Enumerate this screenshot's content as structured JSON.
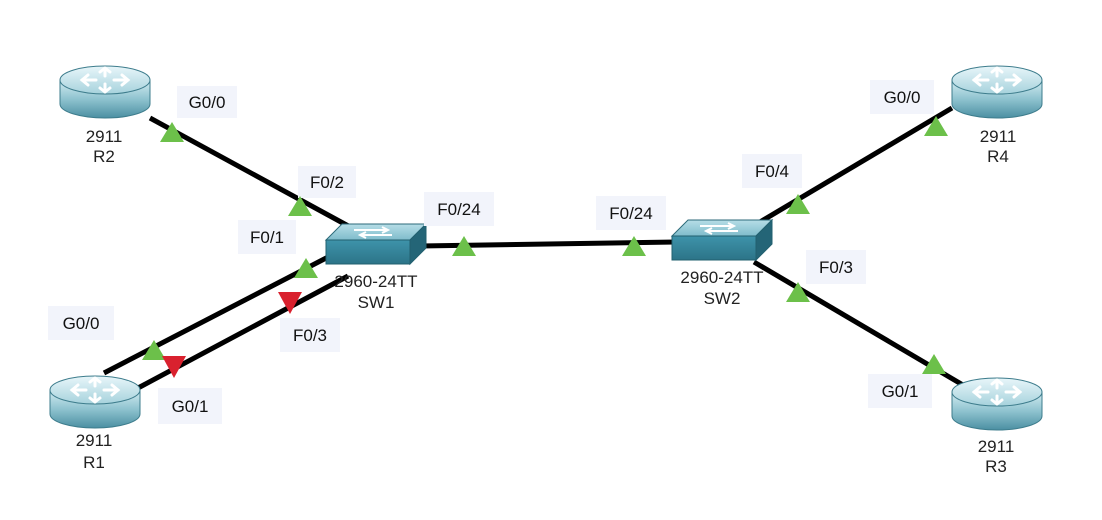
{
  "colors": {
    "link": "#000000",
    "status_up": "#6cc04a",
    "status_down": "#d9212e",
    "label_bg": "#f2f4fb",
    "router_body": "#8fc3cf",
    "switch_body": "#5aa9bd"
  },
  "devices": [
    {
      "id": "r2",
      "icon": "router-icon",
      "model": "2911",
      "name": "R2"
    },
    {
      "id": "r1",
      "icon": "router-icon",
      "model": "2911",
      "name": "R1"
    },
    {
      "id": "r4",
      "icon": "router-icon",
      "model": "2911",
      "name": "R4"
    },
    {
      "id": "r3",
      "icon": "router-icon",
      "model": "2911",
      "name": "R3"
    },
    {
      "id": "sw1",
      "icon": "switch-icon",
      "model": "2960-24TT",
      "name": "SW1"
    },
    {
      "id": "sw2",
      "icon": "switch-icon",
      "model": "2960-24TT",
      "name": "SW2"
    }
  ],
  "links": [
    {
      "id": "r2-sw1",
      "ends": [
        {
          "device": "R2",
          "port": "G0/0",
          "status": "up"
        },
        {
          "device": "SW1",
          "port": "F0/2",
          "status": "up"
        }
      ]
    },
    {
      "id": "r1-sw1-a",
      "ends": [
        {
          "device": "R1",
          "port": "G0/0",
          "status": "up"
        },
        {
          "device": "SW1",
          "port": "F0/1",
          "status": "up"
        }
      ]
    },
    {
      "id": "r1-sw1-b",
      "ends": [
        {
          "device": "R1",
          "port": "G0/1",
          "status": "down"
        },
        {
          "device": "SW1",
          "port": "F0/3",
          "status": "down"
        }
      ]
    },
    {
      "id": "sw1-sw2",
      "ends": [
        {
          "device": "SW1",
          "port": "F0/24",
          "status": "up"
        },
        {
          "device": "SW2",
          "port": "F0/24",
          "status": "up"
        }
      ]
    },
    {
      "id": "sw2-r4",
      "ends": [
        {
          "device": "SW2",
          "port": "F0/4",
          "status": "up"
        },
        {
          "device": "R4",
          "port": "G0/0",
          "status": "up"
        }
      ]
    },
    {
      "id": "sw2-r3",
      "ends": [
        {
          "device": "SW2",
          "port": "F0/3",
          "status": "up"
        },
        {
          "device": "R3",
          "port": "G0/1",
          "status": "up"
        }
      ]
    }
  ]
}
